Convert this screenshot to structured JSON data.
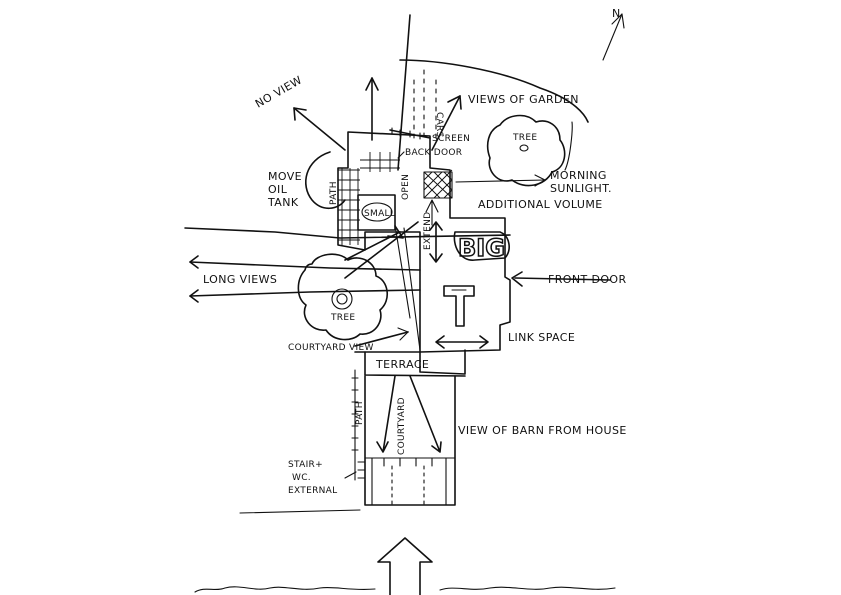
{
  "labels": {
    "north": "N",
    "no_view": "NO VIEW",
    "cars": "CARS",
    "views_of_garden": "VIEWS OF GARDEN",
    "screen": "SCREEN",
    "back_door": "BACK DOOR",
    "tree_top": "TREE",
    "move_oil_tank": [
      "MOVE",
      "OIL",
      "TANK"
    ],
    "path_top": "PATH",
    "small": "SMALL",
    "open": "OPEN",
    "morning_sunlight": [
      "MORNING",
      "SUNLIGHT."
    ],
    "additional_volume": "ADDITIONAL VOLUME",
    "extend": "EXTEND",
    "big": "BIG",
    "long_views": "LONG VIEWS",
    "front_door": "FRONT DOOR",
    "tree_bottom": "TREE",
    "link_space": "LINK SPACE",
    "courtyard_view": "COURTYARD VIEW",
    "terrace": "TERRACE",
    "path_bottom": "PATH",
    "courtyard": "COURTYARD",
    "view_of_barn": "VIEW OF BARN FROM HOUSE",
    "stair_wc": [
      "STAIR+",
      "WC.",
      "EXTERNAL"
    ]
  }
}
